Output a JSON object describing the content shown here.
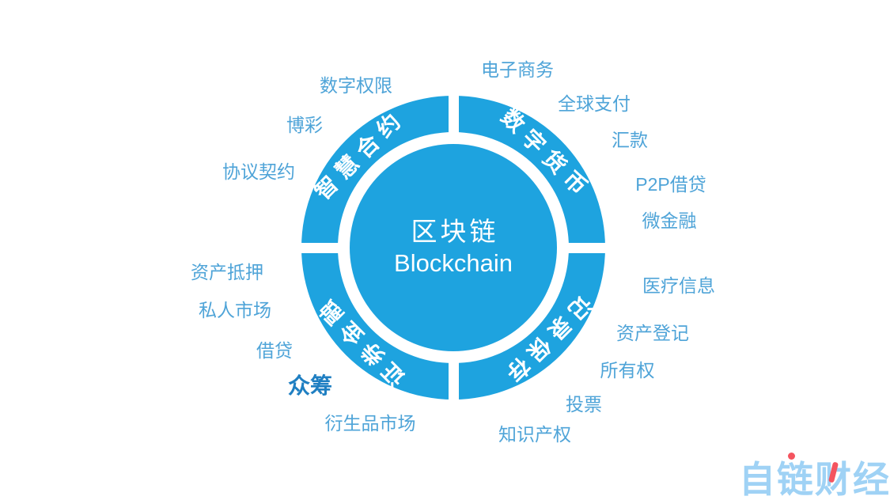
{
  "center": {
    "title_zh": "区块链",
    "title_en": "Blockchain"
  },
  "quadrants": [
    {
      "key": "smart-contracts",
      "label": "智慧合约",
      "position": "top-left"
    },
    {
      "key": "digital-currency",
      "label": "数字货币",
      "position": "top-right"
    },
    {
      "key": "record-keeping",
      "label": "记录保存",
      "position": "bottom-right"
    },
    {
      "key": "securities-finance",
      "label": "证券金融",
      "position": "bottom-left"
    }
  ],
  "satellites": [
    {
      "text": "数字权限",
      "group": "smart-contracts"
    },
    {
      "text": "电子商务",
      "group": "digital-currency"
    },
    {
      "text": "全球支付",
      "group": "digital-currency"
    },
    {
      "text": "博彩",
      "group": "smart-contracts"
    },
    {
      "text": "汇款",
      "group": "digital-currency"
    },
    {
      "text": "协议契约",
      "group": "smart-contracts"
    },
    {
      "text": "P2P借贷",
      "group": "digital-currency"
    },
    {
      "text": "微金融",
      "group": "digital-currency"
    },
    {
      "text": "资产抵押",
      "group": "securities-finance"
    },
    {
      "text": "医疗信息",
      "group": "record-keeping"
    },
    {
      "text": "私人市场",
      "group": "securities-finance"
    },
    {
      "text": "资产登记",
      "group": "record-keeping"
    },
    {
      "text": "借贷",
      "group": "securities-finance"
    },
    {
      "text": "所有权",
      "group": "record-keeping"
    },
    {
      "text": "众筹",
      "group": "securities-finance",
      "emphasized": true
    },
    {
      "text": "投票",
      "group": "record-keeping"
    },
    {
      "text": "衍生品市场",
      "group": "securities-finance"
    },
    {
      "text": "知识产权",
      "group": "record-keeping"
    }
  ],
  "watermark": {
    "text": "自链财经"
  },
  "colors": {
    "wheel_blue": "#1ea3df",
    "label_blue": "#4fa4d8",
    "emphasis_blue": "#1f7fc2",
    "watermark_blue": "#9fd2f5",
    "watermark_accent": "#f4545f",
    "bg": "#ffffff"
  }
}
